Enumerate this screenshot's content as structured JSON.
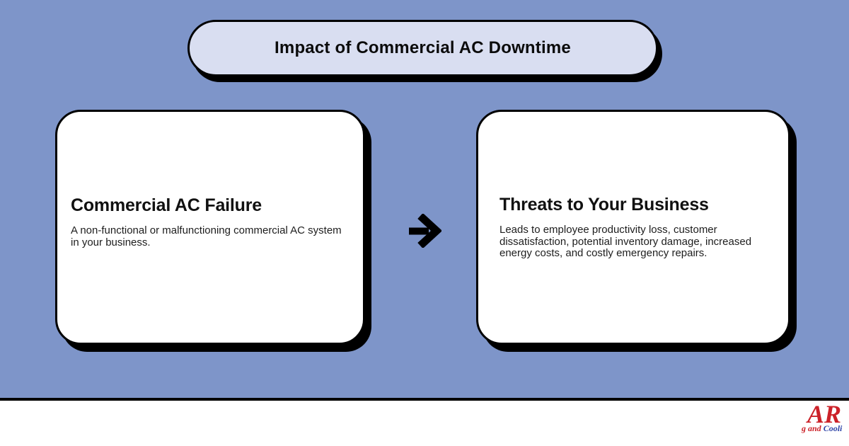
{
  "title": {
    "label": "Impact of Commercial AC Downtime"
  },
  "cards": {
    "left": {
      "heading": "Commercial AC Failure",
      "body": "A non-functional or malfunctioning commercial AC system in your business."
    },
    "right": {
      "heading": "Threats to Your Business",
      "body": "Leads to employee productivity loss, customer dissatisfaction, potential inventory damage, increased energy costs, and costly emergency repairs."
    }
  },
  "arrow": {
    "meaning": "leads-to"
  },
  "footer": {
    "logo": {
      "wordmark": "AR",
      "tagline_red": "g and ",
      "tagline_blue": "Cooli"
    }
  },
  "colors": {
    "background": "#7E95C9",
    "pill_fill": "#D9DEF1",
    "card_fill": "#FFFFFF",
    "ink": "#000000",
    "logo_red": "#CC2229",
    "logo_blue": "#2F45A8"
  }
}
